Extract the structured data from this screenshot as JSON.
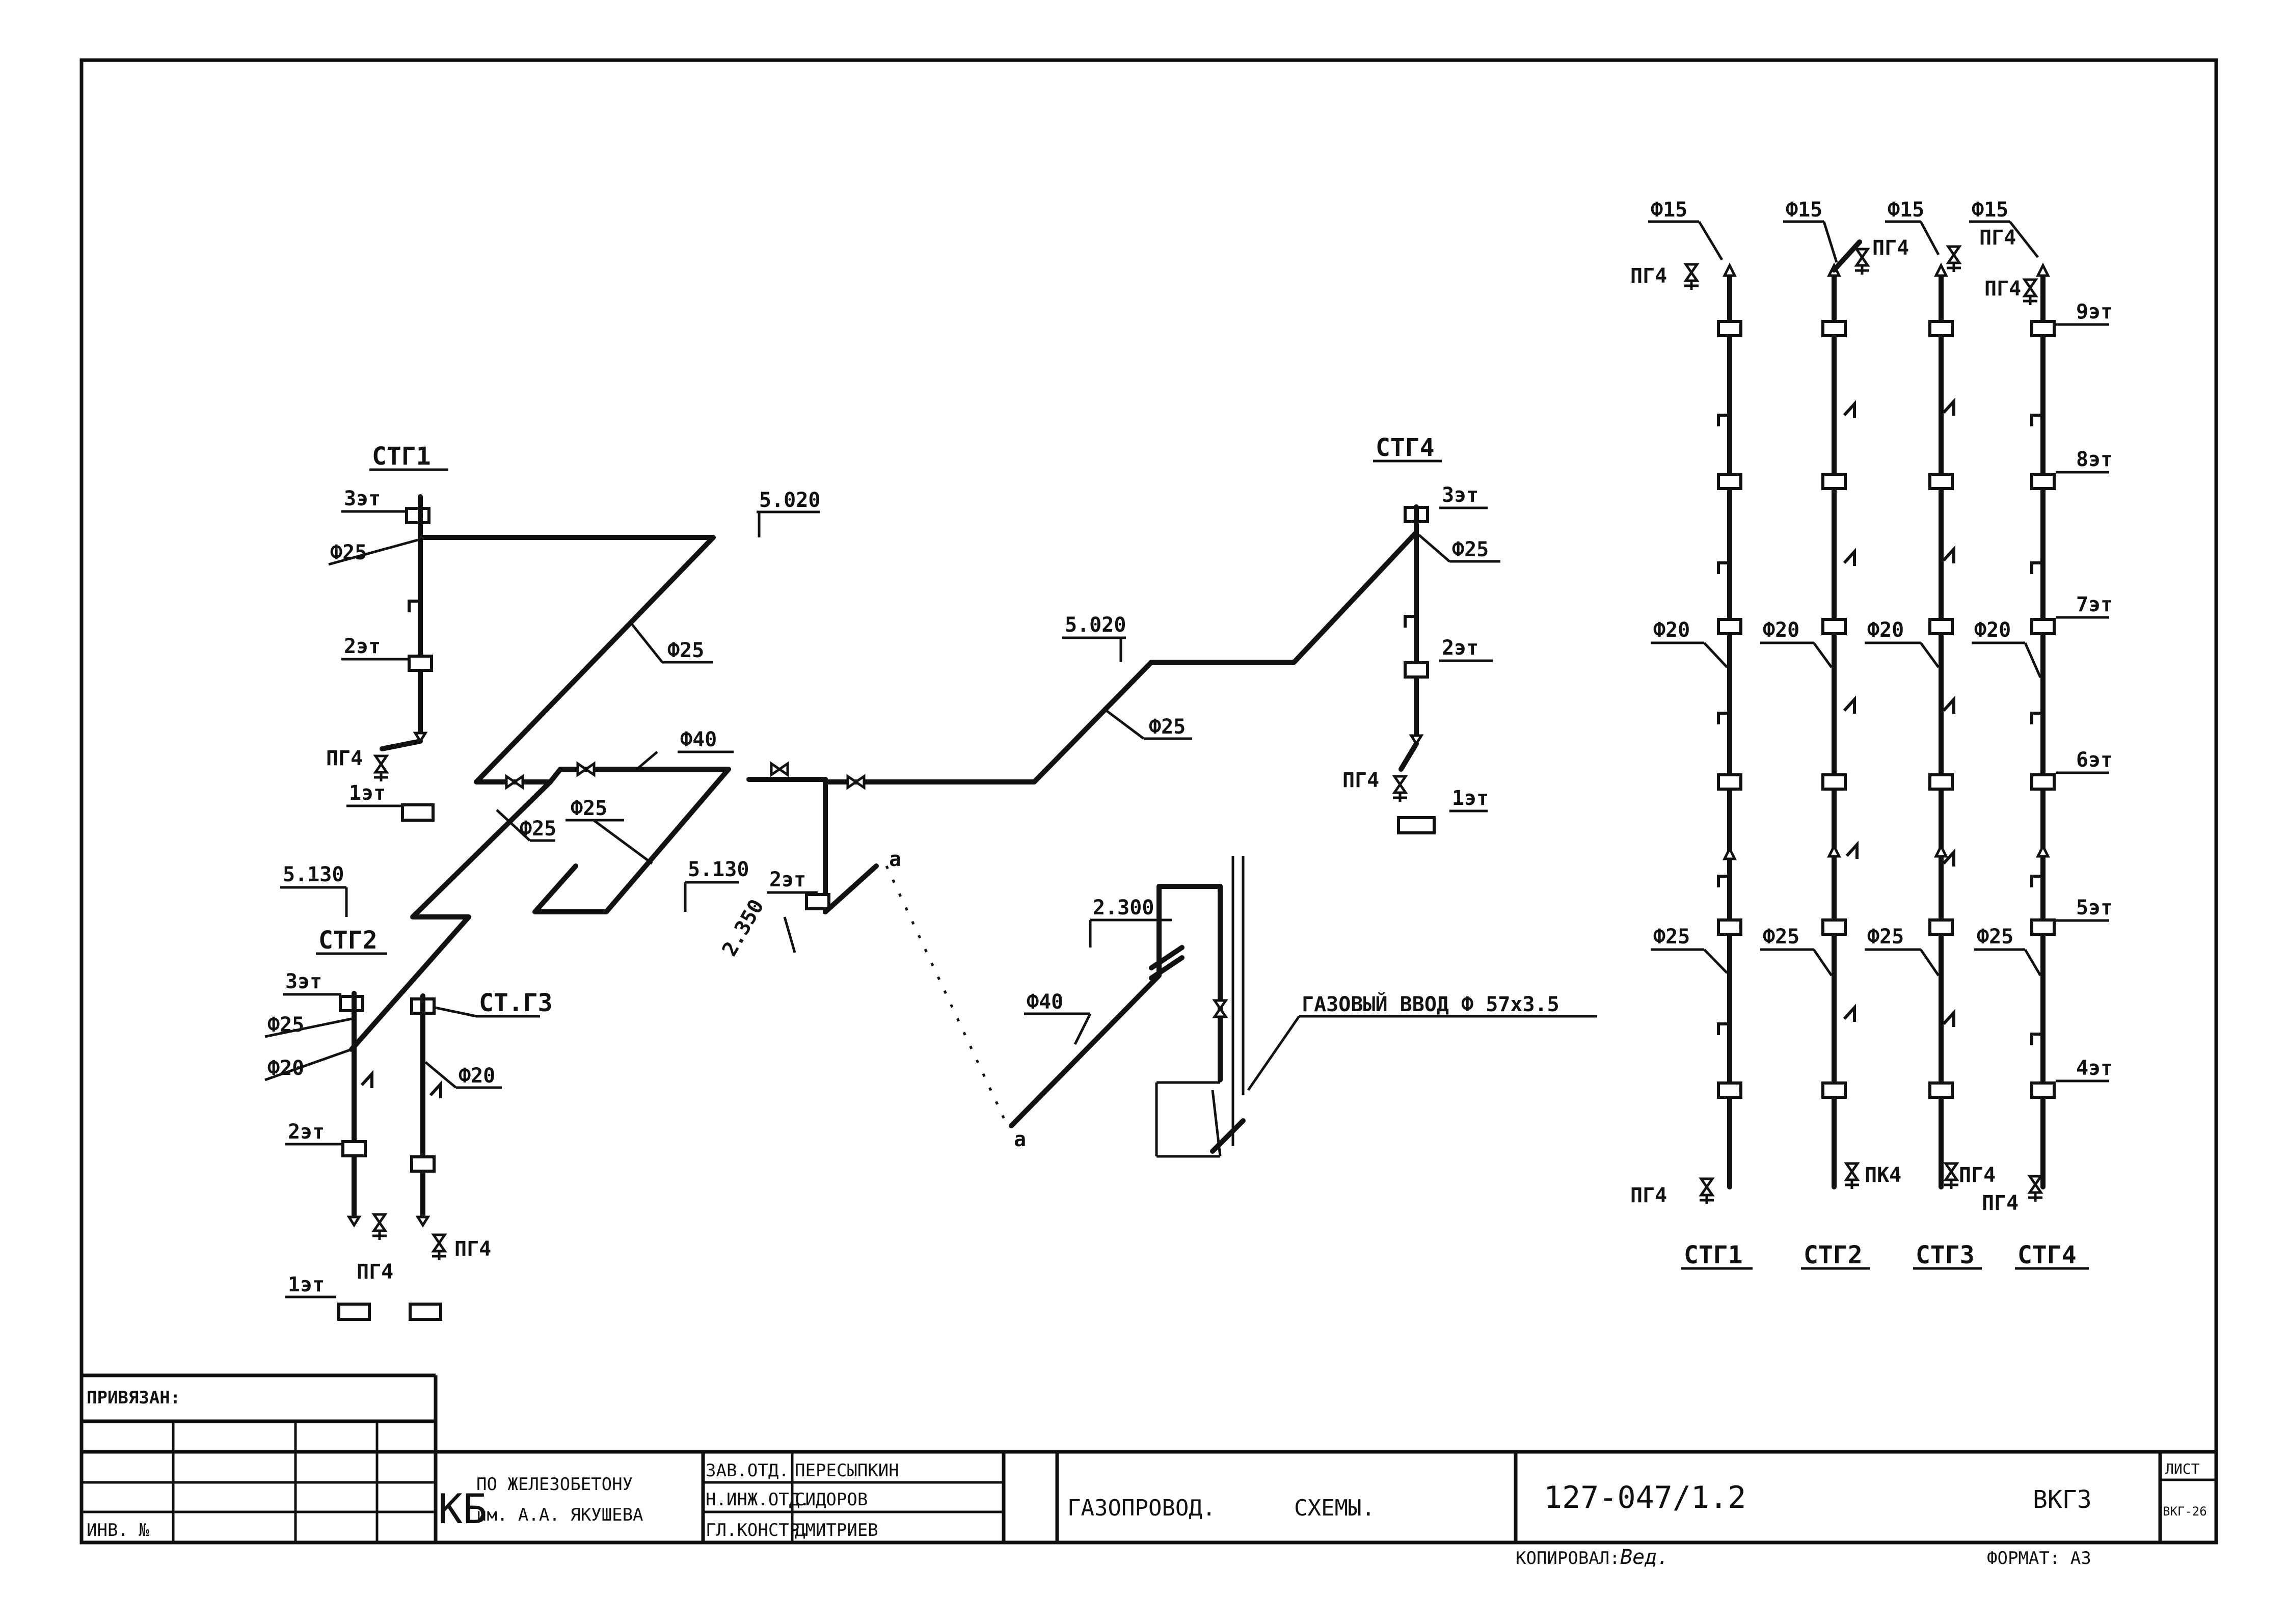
{
  "left_scheme": {
    "riser_labels": {
      "ctg1": "СТГ1",
      "ctg4": "СТГ4",
      "ctg2": "СТГ2",
      "ctg3": "СТ.Г3"
    },
    "floors": {
      "f3": "3эт",
      "f2": "2эт",
      "f1": "1эт"
    },
    "diameters": {
      "d25": "Ф25",
      "d40": "Ф40",
      "d20": "Ф20"
    },
    "marks": {
      "m5020": "5.020",
      "m5130": "5.130",
      "m2350": "2.350",
      "m2300": "2.300"
    },
    "point_a": "а",
    "gas_meter": "ПГ4",
    "gas_inlet": "ГАЗОВЫЙ ВВОД Ф 57х3.5"
  },
  "right_scheme": {
    "risers": [
      "СТГ1",
      "СТГ2",
      "СТГ3",
      "СТГ4"
    ],
    "top_diameter": "Ф15",
    "diameters": [
      "Ф20",
      "Ф25"
    ],
    "floors": [
      "9эт",
      "8эт",
      "7эт",
      "6эт",
      "5эт",
      "4эт"
    ],
    "meter": "ПГ4",
    "meter_alt": "ПК4"
  },
  "title_block": {
    "bound": "ПРИВЯЗАН:",
    "inv": "ИНВ. №",
    "org_abbr": "КБ",
    "org_line1": "ПО ЖЕЛЕЗОБЕТОНУ",
    "org_line2": "им. А.А. ЯКУШЕВА",
    "roles": [
      {
        "role": "ЗАВ.ОТД.",
        "name": "ПЕРЕСЫПКИН"
      },
      {
        "role": "Н.ИНЖ.ОТД.",
        "name": "СИДОРОВ"
      },
      {
        "role": "ГЛ.КОНСТР.",
        "name": "ДМИТРИЕВ"
      }
    ],
    "title": "ГАЗОПРОВОД.",
    "subtitle": "СХЕМЫ.",
    "doc_no": "127-047/1.2",
    "sheet_code": "ВКГ3",
    "sheet_label": "ЛИСТ",
    "sheet_no": "ВКГ-26",
    "copied": "КОПИРОВАЛ:",
    "copied_sign": "Вед.",
    "format": "ФОРМАТ: А3"
  }
}
